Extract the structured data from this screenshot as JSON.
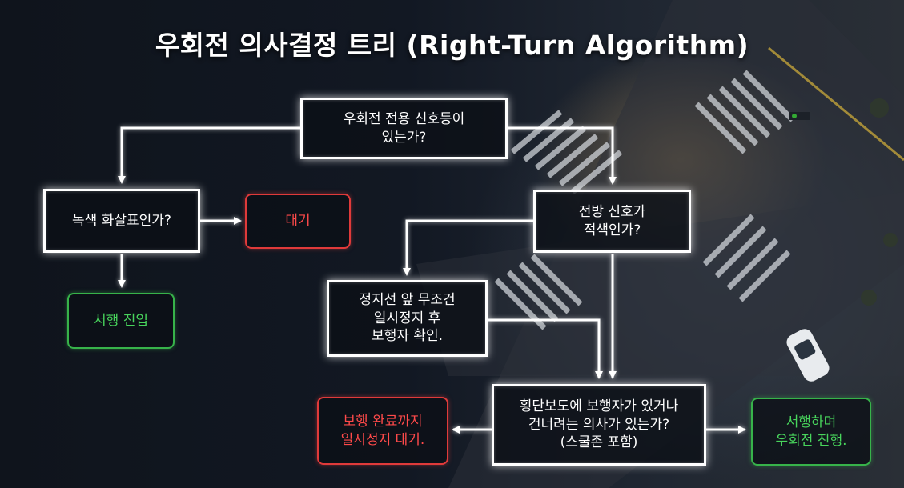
{
  "title": "우회전 의사결정 트리 (Right-Turn Algorithm)",
  "nodes": {
    "q_arrow_signal": "우회전 전용 신호등이\n있는가?",
    "q_green_arrow": "녹색 화살표인가?",
    "wait": "대기",
    "enter_slow": "서행 진입",
    "q_front_red": "전방 신호가\n적색인가?",
    "stop_check": "정지선 앞 무조건\n일시정지 후\n보행자 확인.",
    "q_pedestrian": "횡단보도에 보행자가 있거나\n건너려는 의사가 있는가?\n(스쿨존 포함)",
    "stop_wait": "보행 완료까지\n일시정지 대기.",
    "proceed": "서행하며\n우회전 진행."
  },
  "colors": {
    "node_border": "#ffffff",
    "stop_red": "#e03a3a",
    "go_green": "#37b34a"
  }
}
